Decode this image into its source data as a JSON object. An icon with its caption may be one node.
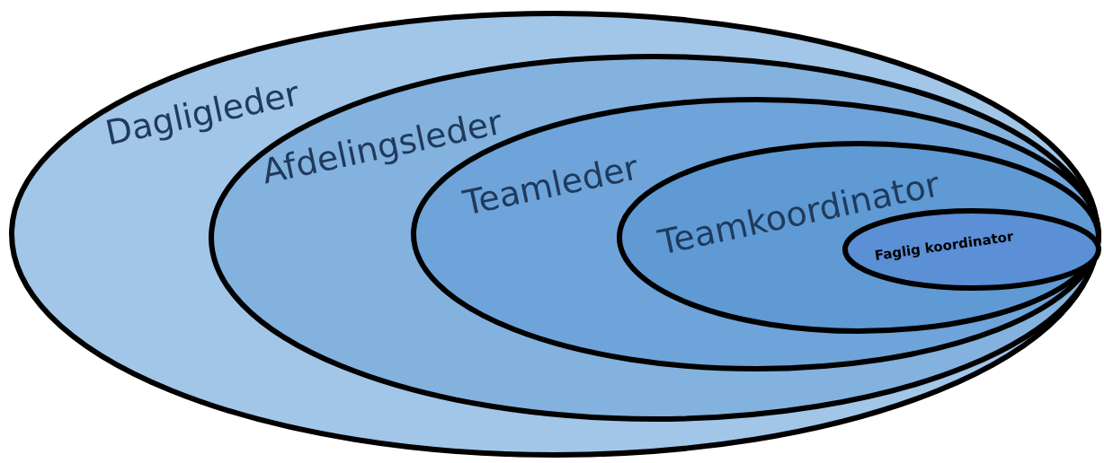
{
  "diagram": {
    "nodes": [
      {
        "text": [
          "Dagligleder"
        ]
      },
      {
        "text": [
          "Afdelingsleder"
        ],
        "in": 0
      },
      {
        "text": [
          "Teamleder"
        ],
        "in": 1
      },
      {
        "text": [
          "Teamkoordinator"
        ],
        "in": 2
      },
      {
        "text": [
          "Faglig koordinator"
        ],
        "in": 3
      }
    ]
  }
}
